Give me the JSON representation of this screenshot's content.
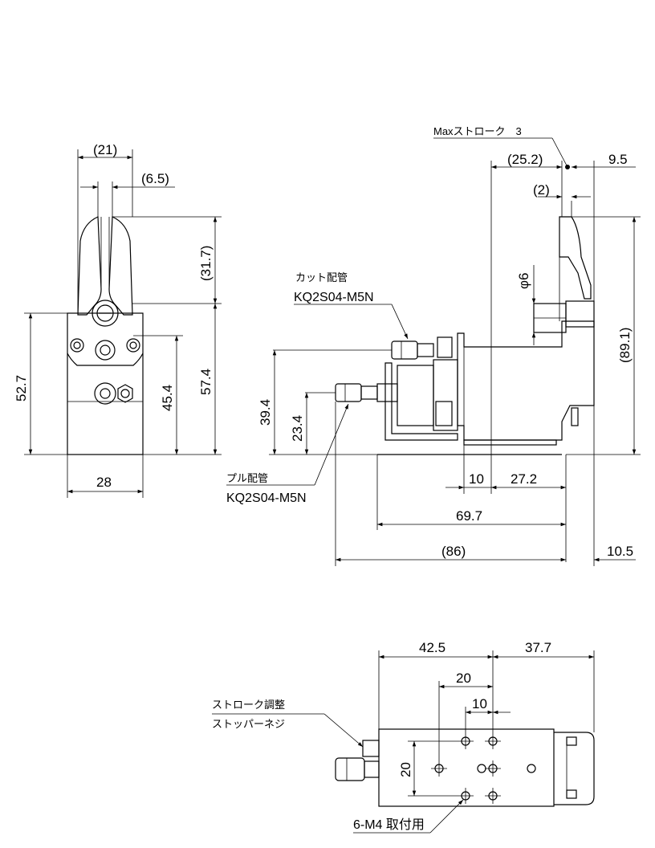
{
  "front_view": {
    "dims": {
      "d21": "(21)",
      "d6_5": "(6.5)",
      "d31_7": "(31.7)",
      "d52_7": "52.7",
      "d45_4": "45.4",
      "d57_4": "57.4",
      "d28": "28"
    }
  },
  "side_view": {
    "labels": {
      "max_stroke": "Maxストローク　3",
      "cut_port": "カット配管",
      "cut_port_part": "KQ2S04-M5N",
      "pull_port": "プル配管",
      "pull_port_part": "KQ2S04-M5N"
    },
    "dims": {
      "d25_2": "(25.2)",
      "d9_5": "9.5",
      "d2": "(2)",
      "phi6": "φ6",
      "d89_1": "(89.1)",
      "d39_4": "39.4",
      "d23_4": "23.4",
      "d10": "10",
      "d27_2": "27.2",
      "d69_7": "69.7",
      "d86": "(86)",
      "d10_5": "10.5"
    }
  },
  "bottom_view": {
    "labels": {
      "stroke_adjust_1": "ストローク調整",
      "stroke_adjust_2": "ストッパーネジ",
      "mount": "6-M4 取付用"
    },
    "dims": {
      "d42_5": "42.5",
      "d37_7": "37.7",
      "d20_top": "20",
      "d10": "10",
      "d20_side": "20"
    }
  }
}
